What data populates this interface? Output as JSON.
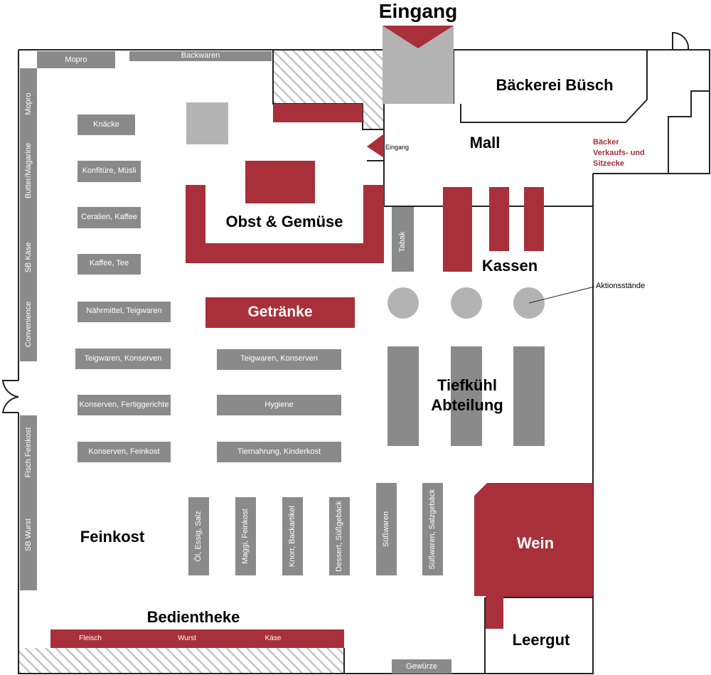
{
  "colors": {
    "red": "#a8303a",
    "gray": "#8a8a8a",
    "light_gray": "#b3b3b3",
    "wall": "#222222"
  },
  "titles": {
    "eingang": "Eingang",
    "baeckerei": "Bäckerei Büsch",
    "mall": "Mall",
    "baecker_note": [
      "Bäcker",
      "Verkaufs- und",
      "Sitzecke"
    ],
    "obst": "Obst & Gemüse",
    "kassen": "Kassen",
    "getraenke": "Getränke",
    "tiefkuehl": [
      "Tiefkühl",
      "Abteilung"
    ],
    "feinkost": "Feinkost",
    "wein": "Wein",
    "bedientheke": "Bedientheke",
    "leergut": "Leergut",
    "eingang_small": "Eingang",
    "aktionsstaende": "Aktionsstände"
  },
  "shelves": {
    "top": [
      "Mopro",
      "Backwaren"
    ],
    "left_wall": [
      "Mopro",
      "Butter/Magarine",
      "SB Käse",
      "Convenience",
      "Fisch Feinkost",
      "SB Wurst"
    ],
    "left_column": [
      "Knäcke",
      "Konfitüre, Müsli",
      "Ceralien, Kaffee",
      "Kaffee, Tee",
      "Nährmittel, Teigwaren",
      "Teigwaren, Konserven",
      "Konserven, Fertiggerichte",
      "Konserven, Feinkost"
    ],
    "middle_column": [
      "Teigwaren, Konserven",
      "Hygiene",
      "Tiernahrung, Kinderkost"
    ],
    "vertical": [
      "Öl, Essig, Salz",
      "Maggi, Feinkost",
      "Knorr, Backartikel",
      "Dessert, Süßgebäck",
      "Süßwaren",
      "Süßwaren, Salzgebäck"
    ],
    "tabak": "Tabak",
    "gewuerze": "Gewürze",
    "theke": [
      "Fleisch",
      "Wurst",
      "Käse"
    ]
  }
}
